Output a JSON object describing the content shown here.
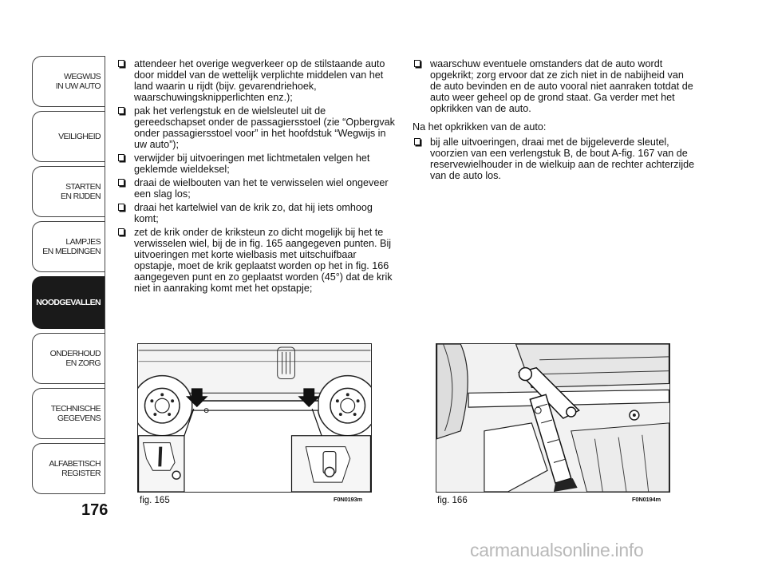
{
  "sidebar": {
    "items": [
      {
        "label": "WEGWIJS\nIN UW AUTO",
        "active": false
      },
      {
        "label": "VEILIGHEID",
        "active": false
      },
      {
        "label": "STARTEN\nEN RIJDEN",
        "active": false
      },
      {
        "label": "LAMPJES\nEN MELDINGEN",
        "active": false
      },
      {
        "label": "NOODGEVALLEN",
        "active": true
      },
      {
        "label": "ONDERHOUD\nEN ZORG",
        "active": false
      },
      {
        "label": "TECHNISCHE\nGEGEVENS",
        "active": false
      },
      {
        "label": "ALFABETISCH\nREGISTER",
        "active": false
      }
    ]
  },
  "page_number": "176",
  "left_column": {
    "bullets": [
      "attendeer het overige wegverkeer op de stilstaande auto door middel van de wettelijk verplichte middelen van het land waarin u rijdt (bijv. gevarendriehoek, waarschuwingsknipperlichten enz.);",
      "pak het verlengstuk en de wielsleutel uit de gereedschapset onder de passagiersstoel (zie “Opbergvak onder passagiersstoel voor” in het hoofdstuk “Wegwijs in uw auto”);",
      "verwijder bij uitvoeringen met lichtmetalen velgen het geklemde wieldeksel;",
      "draai de wielbouten van het te verwisselen wiel ongeveer een slag los;",
      "draai het kartelwiel van de krik zo, dat hij iets omhoog komt;",
      "zet de krik onder de kriksteun zo dicht mogelijk bij het te verwisselen wiel, bij de in fig. 165 aangegeven punten. Bij uitvoeringen met korte wielbasis met uitschuifbaar opstapje, moet de krik geplaatst worden op het in fig. 166 aangegeven punt en zo geplaatst worden (45°) dat de krik niet in aanraking komt met het opstapje;"
    ]
  },
  "right_column": {
    "bullet_1": "waarschuw eventuele omstanders dat de auto wordt opgekrikt; zorg ervoor dat ze zich niet in de nabijheid van de auto bevinden en de auto vooral niet aanraken totdat de auto weer geheel op de grond staat. Ga verder met het opkrikken van de auto.",
    "paragraph": "Na het opkrikken van de auto:",
    "bullet_2": "bij alle uitvoeringen, draai met de bijgeleverde sleutel, voorzien van een verlengstuk B, de bout A-fig. 167 van de reservewielhouder in de wielkuip aan de rechter achterzijde van de auto los."
  },
  "figures": [
    {
      "label": "fig. 165",
      "code": "F0N0193m"
    },
    {
      "label": "fig. 166",
      "code": "F0N0194m"
    }
  ],
  "watermark": "carmanualsonline.info"
}
